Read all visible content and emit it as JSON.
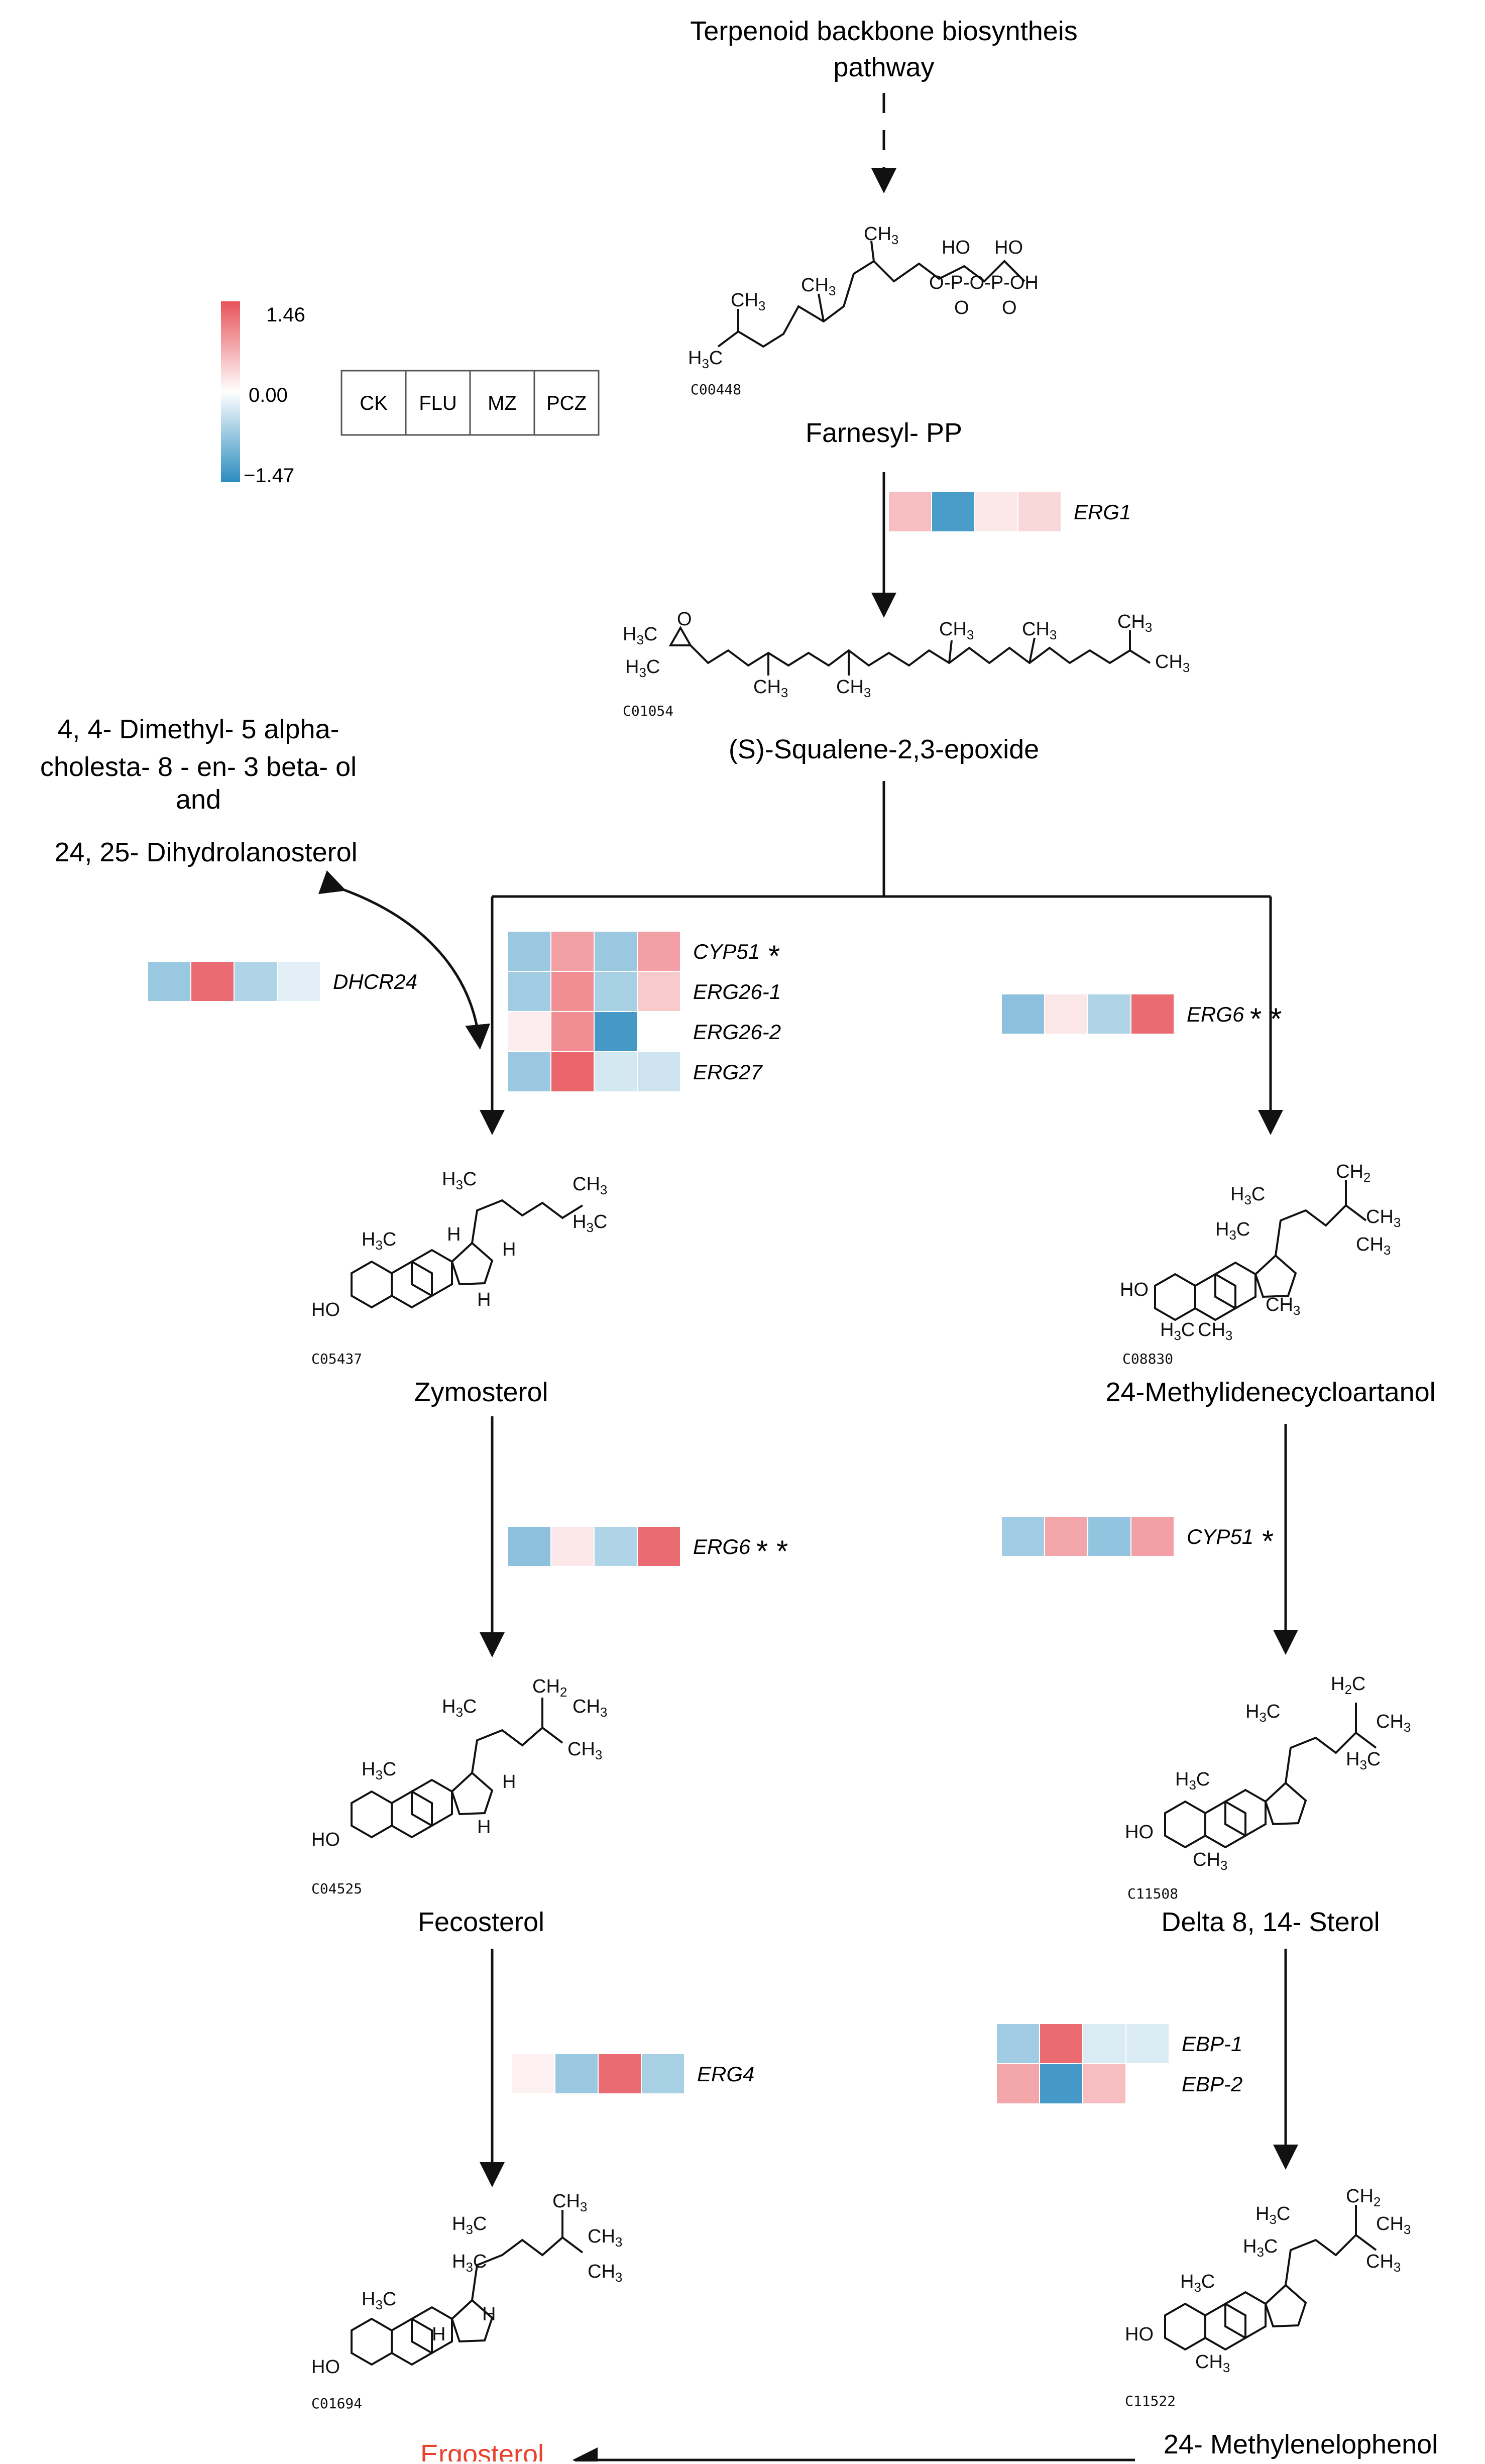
{
  "top_label_line1": "Terpenoid backbone biosyntheis",
  "top_label_line2": "pathway",
  "legend": {
    "max": "1.46",
    "mid": "0.00",
    "min": "−1.47",
    "color_high": "#e8525a",
    "color_mid": "#ffffff",
    "color_low": "#2b8cc0",
    "columns": [
      "CK",
      "FLU",
      "MZ",
      "PCZ"
    ]
  },
  "compounds": {
    "farnesyl": {
      "name": "Farnesyl- PP",
      "code": "C00448"
    },
    "squalene": {
      "name": "(S)-Squalene-2,3-epoxide",
      "code": "C01054"
    },
    "zymosterol": {
      "name": "Zymosterol",
      "code": "C05437"
    },
    "methylidenecycloartanol": {
      "name": "24-Methylidenecycloartanol",
      "code": "C08830"
    },
    "fecosterol": {
      "name": "Fecosterol",
      "code": "C04525"
    },
    "delta_sterol": {
      "name": "Delta 8, 14- Sterol",
      "code": "C11508"
    },
    "ergosterol": {
      "name": "Ergosterol",
      "code": "C01694",
      "color": "#e8412c"
    },
    "methylenelophenol": {
      "name": "24- Methylenelophenol",
      "code": "C11522"
    }
  },
  "side_products": {
    "line1": "4, 4- Dimethyl- 5 alpha-",
    "line2": "cholesta- 8 - en- 3 beta- ol",
    "line3": "and",
    "line4": "24, 25- Dihydrolanosterol"
  },
  "genes": {
    "erg1": {
      "label": "ERG1",
      "mark": "",
      "values": [
        0.55,
        -1.25,
        0.2,
        0.35
      ]
    },
    "dhcr24": {
      "label": "DHCR24",
      "mark": "",
      "values": [
        -0.7,
        1.25,
        -0.55,
        -0.2
      ]
    },
    "cyp51_left": {
      "label": "CYP51",
      "mark": "*",
      "values": [
        -0.7,
        0.8,
        -0.7,
        0.8
      ]
    },
    "erg26_1": {
      "label": "ERG26-1",
      "mark": "",
      "values": [
        -0.65,
        0.95,
        -0.6,
        0.45
      ]
    },
    "erg26_2": {
      "label": "ERG26-2",
      "mark": "",
      "values": [
        0.15,
        0.95,
        -1.3,
        0.0
      ]
    },
    "erg27": {
      "label": "ERG27",
      "mark": "",
      "values": [
        -0.7,
        1.3,
        -0.3,
        -0.35
      ]
    },
    "erg6_right": {
      "label": "ERG6",
      "mark": "* *",
      "values": [
        -0.8,
        0.2,
        -0.55,
        1.25
      ]
    },
    "erg6_left": {
      "label": "ERG6",
      "mark": "* *",
      "values": [
        -0.8,
        0.2,
        -0.55,
        1.25
      ]
    },
    "cyp51_right": {
      "label": "CYP51",
      "mark": "*",
      "values": [
        -0.65,
        0.75,
        -0.75,
        0.8
      ]
    },
    "erg4": {
      "label": "ERG4",
      "mark": "",
      "values": [
        0.12,
        -0.7,
        1.25,
        -0.6
      ]
    },
    "ebp_1": {
      "label": "EBP-1",
      "mark": "",
      "values": [
        -0.65,
        1.25,
        -0.25,
        -0.25
      ]
    },
    "ebp_2": {
      "label": "EBP-2",
      "mark": "",
      "values": [
        0.75,
        -1.3,
        0.55,
        0.0
      ]
    }
  }
}
